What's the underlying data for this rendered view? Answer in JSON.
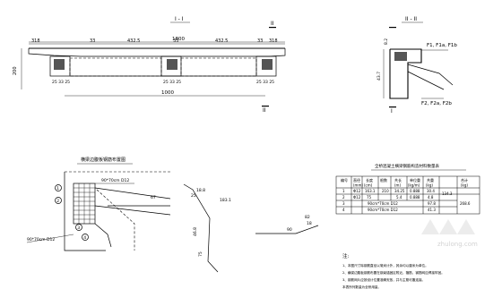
{
  "section_views": {
    "left_label": "I - I",
    "right_label": "II - II",
    "cut_mark_I": "I",
    "cut_mark_II": "II"
  },
  "plan": {
    "top_dim": "1800",
    "segments": [
      "318",
      "33",
      "432.5",
      "33",
      "432.5",
      "33",
      "318"
    ],
    "height": "200",
    "bottom_dim": "1000",
    "sub_dims": [
      "25 33 25",
      "25 33 25",
      "25 33 25"
    ]
  },
  "detail_right": {
    "labels_top": "F1, F1a, F1b",
    "labels_bottom": "F2, F2a, F2b",
    "dim_a": "43.7",
    "dim_b": "8.2"
  },
  "detail_left": {
    "title": "横梁边腹板钢筋布置图",
    "upper_note": "90*70cm D12",
    "lower_note": "90*70cm D12",
    "callouts": [
      "1",
      "2",
      "3",
      "4"
    ],
    "dim": "67"
  },
  "bar_shape": {
    "dims": [
      "18.8",
      "25",
      "183.1",
      "46.8",
      "75",
      "90",
      "82",
      "18"
    ]
  },
  "table": {
    "title": "全桥混凝土横梁钢筋构造材料数量表",
    "headers": [
      "编号",
      "直径",
      "长度",
      "根数",
      "共长",
      "单位重",
      "共重",
      "合计"
    ],
    "units": [
      "",
      "(mm)",
      "(cm)",
      "",
      "(m)",
      "(kg/m)",
      "(kg)",
      "(kg)"
    ],
    "rows": [
      [
        "1",
        "Φ12",
        "163.1",
        "210",
        "34.25",
        "0.888",
        "30.4",
        ""
      ],
      [
        "2",
        "Φ12",
        "75",
        "",
        "5.4",
        "0.888",
        "4.8",
        "134.3"
      ],
      [
        "3",
        "",
        "90cm*70cm D12",
        "",
        "",
        "",
        "97.8",
        ""
      ],
      [
        "4",
        "",
        "90cm*70cm D12",
        "",
        "",
        "",
        "41.3",
        "268.6"
      ]
    ]
  },
  "notes": {
    "heading": "注:",
    "items": [
      "1、本图尺寸除钢筋直径以毫米计外，其余均以厘米为单位。",
      "2、横梁边腹板钢筋布置在钢束锚固区附近，箍筋、钢筋网应焊接牢固。",
      "3、钢筋网片应按设计位置准确安放，并与主筋可靠连接。",
      "   本表所列数量为全桥用量。"
    ]
  },
  "watermark": {
    "brand": "zhulong.com"
  }
}
